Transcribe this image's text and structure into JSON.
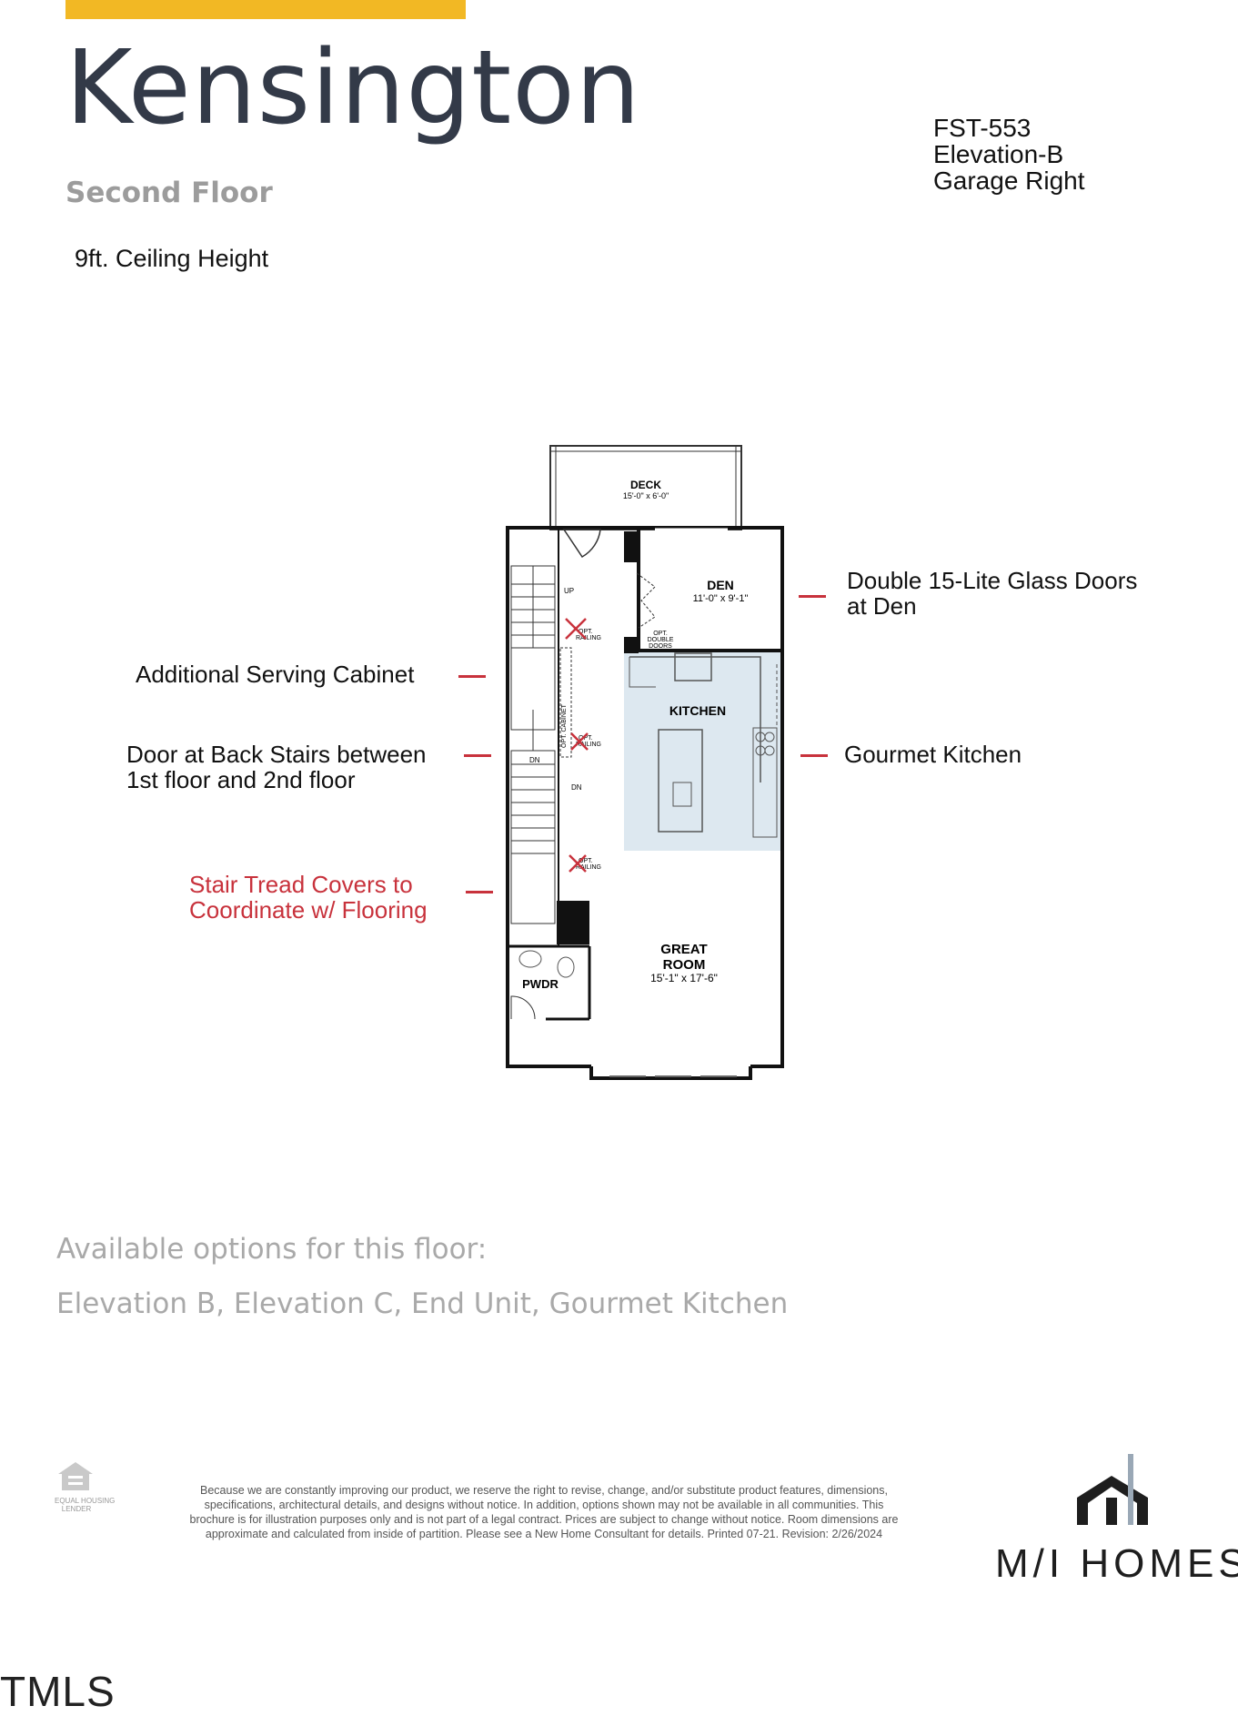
{
  "header": {
    "title": "Kensington",
    "subtitle": "Second Floor",
    "ceiling_note": "9ft. Ceiling Height",
    "accent_color": "#f2b824"
  },
  "plan_info": {
    "code": "FST-553",
    "elevation": "Elevation-B",
    "garage": "Garage Right"
  },
  "callouts": {
    "left": [
      "Additional Serving Cabinet",
      "Door at Back Stairs between",
      "1st floor and 2nd floor",
      "Stair Tread Covers to",
      "Coordinate w/ Flooring"
    ],
    "right": [
      "Double 15-Lite Glass Doors",
      "at Den",
      "Gourmet Kitchen"
    ],
    "highlight_color": "#c8323c"
  },
  "rooms": {
    "deck": {
      "name": "DECK",
      "dims": "15'-0\" x 6'-0\""
    },
    "den": {
      "name": "DEN",
      "dims": "11'-0\" x 9'-1\""
    },
    "kitchen": {
      "name": "KITCHEN"
    },
    "great_room": {
      "name_line1": "GREAT",
      "name_line2": "ROOM",
      "dims": "15'-1\" x 17'-6\""
    },
    "powder": {
      "name": "PWDR"
    }
  },
  "plan_labels": {
    "up": "UP",
    "dn": "DN",
    "opt_railing_line1": "OPT.",
    "opt_railing_line2": "RAILING",
    "opt_double_doors_line1": "OPT.",
    "opt_double_doors_line2": "DOUBLE",
    "opt_double_doors_line3": "DOORS",
    "opt_cabinet": "OPT. CABINET"
  },
  "options": {
    "heading": "Available options for this floor:",
    "list": "Elevation B, Elevation C, End Unit, Gourmet Kitchen"
  },
  "footer": {
    "disclaimer": "Because we are constantly improving our product, we reserve the right to revise, change, and/or substitute product features, dimensions, specifications, architectural details, and designs without notice. In addition, options shown may not be available in all communities. This brochure is for illustration purposes only and is not part of a legal contract. Prices are subject to change without notice. Room dimensions are approximate and calculated from inside of partition. Please see a New Home Consultant for details. Printed 07-21. Revision: 2/26/2024",
    "equal_housing_line1": "EQUAL HOUSING",
    "equal_housing_line2": "LENDER",
    "brand": "M/I HOMES",
    "watermark": "TMLS"
  }
}
